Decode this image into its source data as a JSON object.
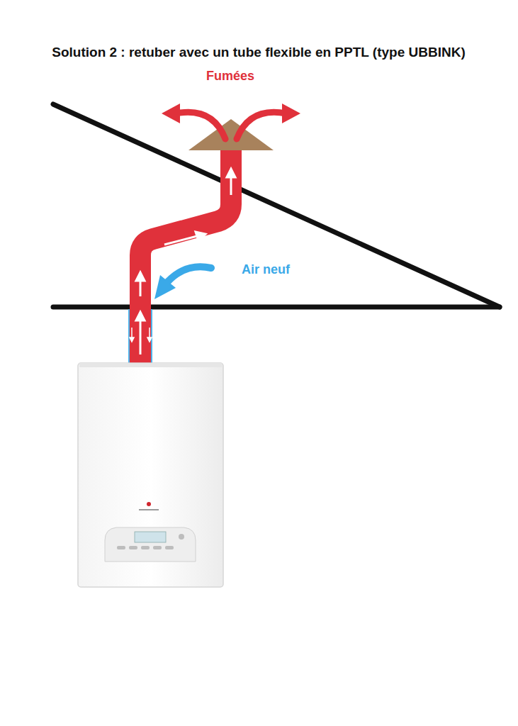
{
  "diagram": {
    "title": "Solution 2 : retuber avec un tube flexible en PPTL (type UBBINK)",
    "labels": [
      "Fumées",
      "Air neuf"
    ]
  }
}
